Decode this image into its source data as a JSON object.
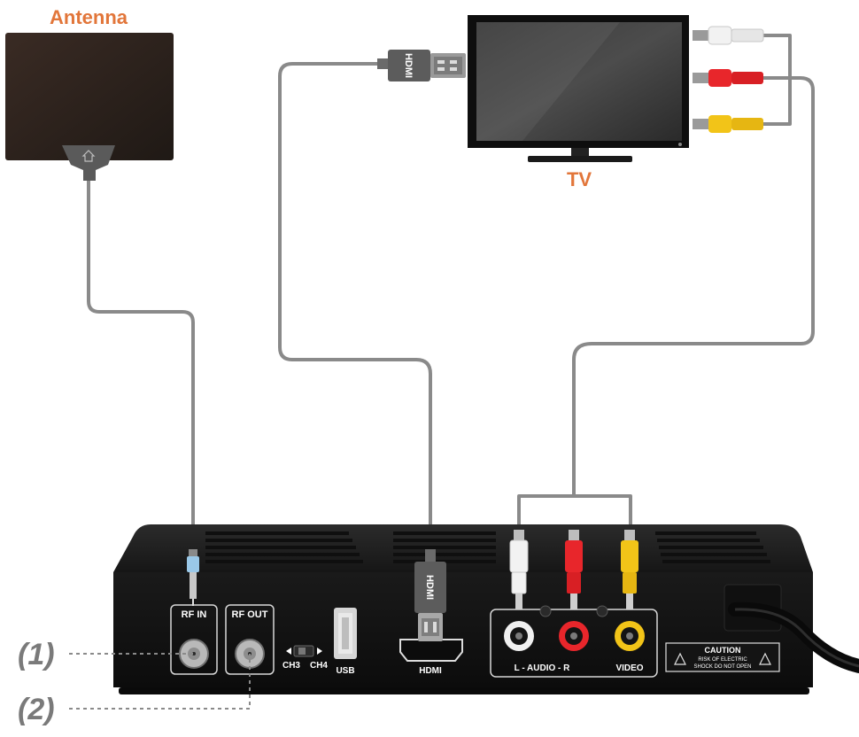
{
  "labels": {
    "antenna": "Antenna",
    "tv": "TV",
    "hdmi_plug_tv": "HDMI",
    "hdmi_plug_box": "HDMI"
  },
  "ports": {
    "rf_in": "RF IN",
    "rf_out": "RF OUT",
    "ch3": "CH3",
    "ch4": "CH4",
    "usb": "USB",
    "hdmi": "HDMI",
    "audio": "L - AUDIO - R",
    "video": "VIDEO"
  },
  "caution": {
    "title": "CAUTION",
    "line1": "RISK OF ELECTRIC",
    "line2": "SHOCK DO NOT OPEN"
  },
  "callouts": [
    "(1)",
    "(2)"
  ],
  "colors": {
    "label_orange": "#e2763a",
    "cable_grey": "#8a8a8a",
    "rca_white": "#f2f2f2",
    "rca_red": "#e8262b",
    "rca_yellow": "#f2c418",
    "box_black": "#1c1c1c"
  }
}
